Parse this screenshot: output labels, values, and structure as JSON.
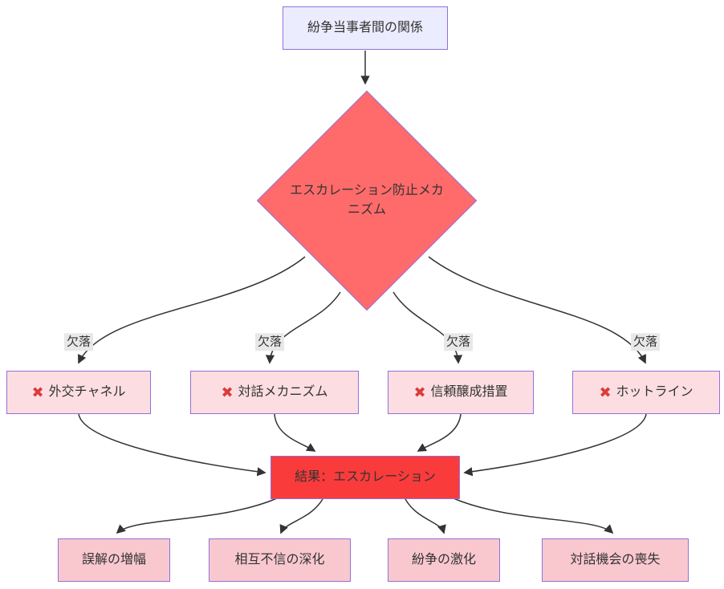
{
  "colors": {
    "source_fill": "#ECECFF",
    "node_border": "#9370DB",
    "diamond_fill": "#FF6B6B",
    "missing_fill": "#FCDEE2",
    "result_fill": "#F93B3B",
    "outcome_fill": "#F9C8CF",
    "text": "#333333",
    "edge": "#333333",
    "edge_label_bg": "#e8e8e8",
    "x_mark_color": "#DB3B3B"
  },
  "nodes": {
    "source": {
      "label": "紛争当事者間の関係"
    },
    "decision": {
      "label": "エスカレーション防止メカニズム"
    },
    "missing": [
      {
        "icon": "✖",
        "label": "外交チャネル"
      },
      {
        "icon": "✖",
        "label": "対話メカニズム"
      },
      {
        "icon": "✖",
        "label": "信頼醸成措置"
      },
      {
        "icon": "✖",
        "label": "ホットライン"
      }
    ],
    "result": {
      "label": "結果：エスカレーション"
    },
    "outcomes": [
      {
        "label": "誤解の増幅"
      },
      {
        "label": "相互不信の深化"
      },
      {
        "label": "紛争の激化"
      },
      {
        "label": "対話機会の喪失"
      }
    ]
  },
  "edges": {
    "labels": [
      "欠落",
      "欠落",
      "欠落",
      "欠落"
    ]
  }
}
